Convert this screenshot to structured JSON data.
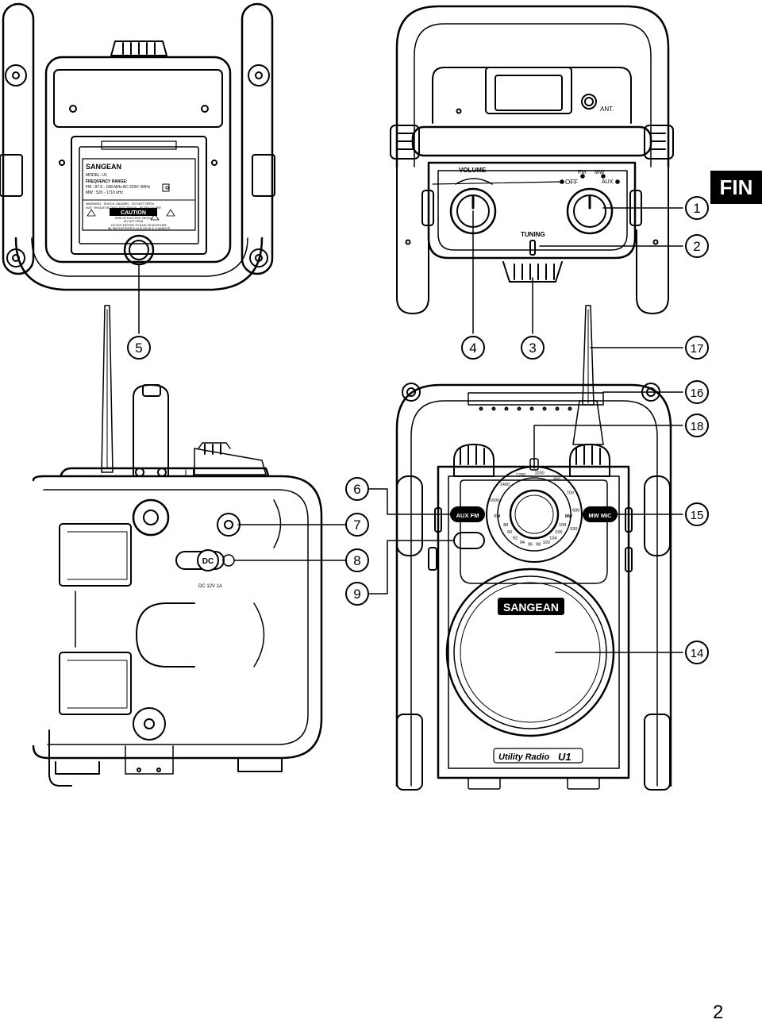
{
  "language_badge": "FIN",
  "page_number": "2",
  "callouts": [
    "1",
    "2",
    "3",
    "4",
    "5",
    "6",
    "7",
    "8",
    "9",
    "14",
    "15",
    "16",
    "17",
    "18"
  ],
  "rear_label": {
    "brand": "SANGEAN",
    "model": "MODEL: U1",
    "freq_heading": "FREQUENCY RANGE:",
    "fm_line": "FM : 87.5 - 108  MHz  AC:220V~50Hz",
    "mw_line": "MW : 520 - 1710 kHz",
    "warning_1": "WARNING : SHOCK HAZARD - DO NOT OPEN",
    "warning_2": "AVIS : RISQUE DE CHOC ÉLECTRIQUE - NE PAS OUVRIR",
    "caution": "CAUTION",
    "caution_sub1": "RISK OF ELECTRIC SHOCK",
    "caution_sub2": "DO NOT OPEN",
    "moisture_1": "DO NOT EXPOSE TO RAIN OR MOISTURE",
    "moisture_2": "NE PAS EXPOSER À LA PLUIE NI À L'HUMIDITÉ"
  },
  "top_view": {
    "antenna": "ANT.",
    "volume": "VOLUME",
    "off": "OFF",
    "fm": "FM",
    "mw": "MW",
    "aux": "AUX",
    "tuning": "TUNING"
  },
  "side_view": {
    "dc_jack": "DC",
    "dc_rating": "DC 12V 1A"
  },
  "front_view": {
    "aux_fm": "AUX  FM",
    "mw_mic": "MW  MIC",
    "brand": "SANGEAN",
    "product": "Utility Radio",
    "model": "U1",
    "fm_scale": [
      "88",
      "90",
      "92",
      "94",
      "96",
      "98",
      "100",
      "104",
      "106",
      "108"
    ],
    "mw_scale": [
      "530",
      "600",
      "700",
      "800",
      "1000",
      "1200",
      "1400",
      "1600"
    ],
    "fm_tag": "FM",
    "mw_tag": "MW"
  }
}
